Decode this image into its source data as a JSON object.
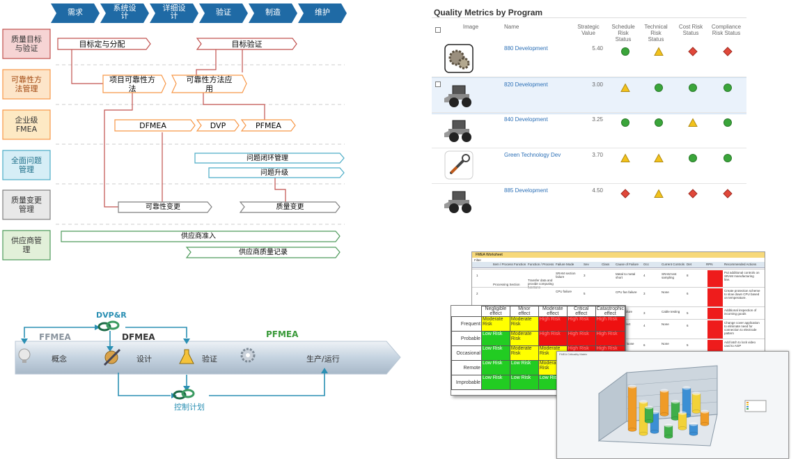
{
  "phases": [
    "需求",
    "系统设\n计",
    "详细设\n计",
    "验证",
    "制造",
    "维护"
  ],
  "rows": [
    {
      "label": "质量目标\n与验证",
      "fill": "#f6d4d4",
      "border": "#c0504d",
      "text": "#333333"
    },
    {
      "label": "可靠性方\n法管理",
      "fill": "#fde5c9",
      "border": "#f79646",
      "text": "#a0450d"
    },
    {
      "label": "企业级\nFMEA",
      "fill": "#fde9c4",
      "border": "#f79646",
      "text": "#333333"
    },
    {
      "label": "全面问题\n管理",
      "fill": "#d6eef6",
      "border": "#4bacc6",
      "text": "#1f6f89"
    },
    {
      "label": "质量变更\n管理",
      "fill": "#e8e8e8",
      "border": "#7f7f7f",
      "text": "#333333"
    },
    {
      "label": "供应商管\n理",
      "fill": "#e2f0d9",
      "border": "#4e9a5b",
      "text": "#333333"
    }
  ],
  "process_labels": {
    "target_allocation": "目标定与分配",
    "target_verification": "目标验证",
    "project_reliability": "项目可靠性方\n法",
    "reliability_application": "可靠性方法应\n用",
    "dfmea": "DFMEA",
    "dvp": "DVP",
    "pfmea": "PFMEA",
    "closed_loop": "问题闭环管理",
    "escalation": "问题升级",
    "reliability_change": "可靠性变更",
    "quality_change": "质量变更",
    "supplier_admission": "供应商准入",
    "supplier_record": "供应商质量记录"
  },
  "lifecycle": {
    "dvpr": "DVP&R",
    "ffmea": "FFMEA",
    "dfmea": "DFMEA",
    "pfmea": "PFMEA",
    "concept": "概念",
    "design": "设计",
    "verify": "验证",
    "production": "生产/运行",
    "control_plan": "控制计划"
  },
  "quality_metrics": {
    "title": "Quality Metrics by Program",
    "headers": {
      "image": "Image",
      "name": "Name",
      "strategic": "Strategic\nValue",
      "schedule": "Schedule\nRisk\nStatus",
      "technical": "Technical\nRisk\nStatus",
      "cost": "Cost Risk\nStatus",
      "compliance": "Compliance\nRisk Status"
    },
    "programs": [
      {
        "name": "880 Development",
        "value": "5.40",
        "image": "gear-image",
        "statuses": [
          "green",
          "yellow",
          "red",
          "red"
        ]
      },
      {
        "name": "820 Development",
        "value": "3.00",
        "image": "loader-image",
        "statuses": [
          "yellow",
          "green",
          "green",
          "green"
        ]
      },
      {
        "name": "840 Development",
        "value": "3.25",
        "image": "loader-image",
        "statuses": [
          "green",
          "green",
          "yellow",
          "green"
        ]
      },
      {
        "name": "Green Technology Dev",
        "value": "3.70",
        "image": "wrench-image",
        "statuses": [
          "yellow",
          "yellow",
          "green",
          "green"
        ]
      },
      {
        "name": "885 Development",
        "value": "4.50",
        "image": "loader-image",
        "statuses": [
          "red",
          "yellow",
          "red",
          "red"
        ]
      }
    ]
  },
  "fmea_worksheet": {
    "title": "FMEA Worksheet",
    "filter": "Filter",
    "columns": [
      "Item / Process Function",
      "Function / Process",
      "Failure Mode",
      "Sev",
      "Class",
      "Cause of Failure",
      "Occ",
      "Current Controls",
      "Det",
      "RPN",
      "Recommended Actions"
    ],
    "item": "Processing Section",
    "function": "Transfer data and provide computing functions",
    "rows": [
      {
        "no": "1",
        "mode": "SRAM section failure",
        "sev": "3",
        "cause": "Metal to metal short",
        "occ": "4",
        "controls": "SRAM test sampling",
        "det": "8",
        "action": "Put additional controls on SRAM manufacturing line."
      },
      {
        "no": "2",
        "mode": "CPU failure",
        "sev": "5",
        "cause": "CPU fan failure",
        "occ": "3",
        "controls": "None",
        "det": "6",
        "action": "Create protection scheme to slow down CPU based on temperature."
      },
      {
        "no": "",
        "mode": "",
        "sev": "",
        "cause": "…pin failure",
        "occ": "3",
        "controls": "Cable testing",
        "det": "5",
        "action": "Additional inspection of incoming goods"
      },
      {
        "no": "",
        "mode": "",
        "sev": "",
        "cause": "…ty defect",
        "occ": "4",
        "controls": "None",
        "det": "6",
        "action": "Change cover application to eliminate need for connection to electrode pattern"
      },
      {
        "no": "",
        "mode": "",
        "sev": "",
        "cause": "…card. loose",
        "occ": "6",
        "controls": "None",
        "det": "5",
        "action": "Add latch to lock video card to AGP"
      }
    ]
  },
  "risk_matrix": {
    "columns": [
      "Negligible\neffect",
      "Minor\neffect",
      "Moderate\neffect",
      "Critical\neffect",
      "Catastrophic\neffect"
    ],
    "rows": [
      {
        "label": "Frequent",
        "cells": [
          [
            "Moderate Risk",
            "y"
          ],
          [
            "Moderate Risk",
            "y"
          ],
          [
            "High Risk",
            "r"
          ],
          [
            "High Risk",
            "r"
          ],
          [
            "High Risk",
            "r"
          ]
        ]
      },
      {
        "label": "Probable",
        "cells": [
          [
            "Low Risk",
            "g"
          ],
          [
            "Moderate Risk",
            "y"
          ],
          [
            "High Risk",
            "r"
          ],
          [
            "High Risk",
            "r"
          ],
          [
            "High Risk",
            "r"
          ]
        ]
      },
      {
        "label": "Occasional",
        "cells": [
          [
            "Low Risk",
            "g"
          ],
          [
            "Moderate Risk",
            "y"
          ],
          [
            "Moderate Risk",
            "y"
          ],
          [
            "High Risk",
            "r"
          ],
          [
            "High Risk",
            "r"
          ]
        ]
      },
      {
        "label": "Remote",
        "cells": [
          [
            "Low Risk",
            "g"
          ],
          [
            "Low Risk",
            "g"
          ],
          [
            "Moderate Risk",
            "y"
          ],
          [
            "",
            "y"
          ],
          [
            "",
            "r"
          ]
        ]
      },
      {
        "label": "Improbable",
        "cells": [
          [
            "Low Risk",
            "g"
          ],
          [
            "Low Risk",
            "g"
          ],
          [
            "Low Risk",
            "g"
          ],
          [
            "",
            "g"
          ],
          [
            "",
            "y"
          ]
        ]
      }
    ]
  },
  "chart_3d": {
    "title": "FMEA Criticality Matrix"
  },
  "colors": {
    "phase_fill": "#1f6aa5",
    "green": "#3aa53a",
    "yellow": "#f2c21c",
    "red": "#e0483a",
    "teal": "#2aa2c4"
  }
}
